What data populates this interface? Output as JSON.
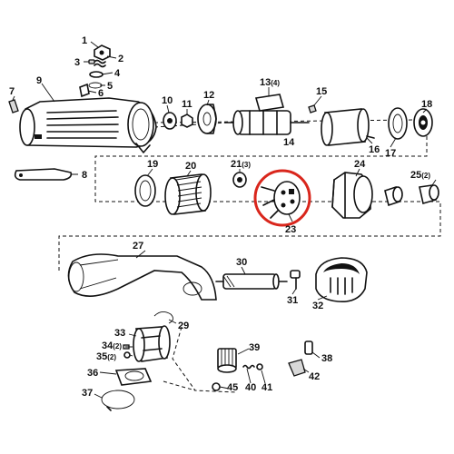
{
  "highlight": {
    "part": "23",
    "color": "#d9261c"
  },
  "parts": [
    {
      "id": "p1",
      "main": "1",
      "qty": ""
    },
    {
      "id": "p2",
      "main": "2",
      "qty": ""
    },
    {
      "id": "p3",
      "main": "3",
      "qty": ""
    },
    {
      "id": "p4",
      "main": "4",
      "qty": ""
    },
    {
      "id": "p5",
      "main": "5",
      "qty": ""
    },
    {
      "id": "p6",
      "main": "6",
      "qty": ""
    },
    {
      "id": "p7",
      "main": "7",
      "qty": ""
    },
    {
      "id": "p8",
      "main": "8",
      "qty": ""
    },
    {
      "id": "p9",
      "main": "9",
      "qty": ""
    },
    {
      "id": "p10",
      "main": "10",
      "qty": ""
    },
    {
      "id": "p11",
      "main": "11",
      "qty": ""
    },
    {
      "id": "p12",
      "main": "12",
      "qty": ""
    },
    {
      "id": "p13",
      "main": "13",
      "qty": "(4)"
    },
    {
      "id": "p14",
      "main": "14",
      "qty": ""
    },
    {
      "id": "p15",
      "main": "15",
      "qty": ""
    },
    {
      "id": "p16",
      "main": "16",
      "qty": ""
    },
    {
      "id": "p17",
      "main": "17",
      "qty": ""
    },
    {
      "id": "p18",
      "main": "18",
      "qty": ""
    },
    {
      "id": "p19",
      "main": "19",
      "qty": ""
    },
    {
      "id": "p20",
      "main": "20",
      "qty": ""
    },
    {
      "id": "p21",
      "main": "21",
      "qty": "(3)"
    },
    {
      "id": "p23",
      "main": "23",
      "qty": ""
    },
    {
      "id": "p24",
      "main": "24",
      "qty": ""
    },
    {
      "id": "p25",
      "main": "25",
      "qty": "(2)"
    },
    {
      "id": "p27",
      "main": "27",
      "qty": ""
    },
    {
      "id": "p29",
      "main": "29",
      "qty": ""
    },
    {
      "id": "p30",
      "main": "30",
      "qty": ""
    },
    {
      "id": "p31",
      "main": "31",
      "qty": ""
    },
    {
      "id": "p32",
      "main": "32",
      "qty": ""
    },
    {
      "id": "p33",
      "main": "33",
      "qty": ""
    },
    {
      "id": "p34",
      "main": "34",
      "qty": "(2)"
    },
    {
      "id": "p35",
      "main": "35",
      "qty": "(2)"
    },
    {
      "id": "p36",
      "main": "36",
      "qty": ""
    },
    {
      "id": "p37",
      "main": "37",
      "qty": ""
    },
    {
      "id": "p38",
      "main": "38",
      "qty": ""
    },
    {
      "id": "p39",
      "main": "39",
      "qty": ""
    },
    {
      "id": "p40",
      "main": "40",
      "qty": ""
    },
    {
      "id": "p41",
      "main": "41",
      "qty": ""
    },
    {
      "id": "p42",
      "main": "42",
      "qty": ""
    },
    {
      "id": "p45",
      "main": "45",
      "qty": ""
    }
  ]
}
